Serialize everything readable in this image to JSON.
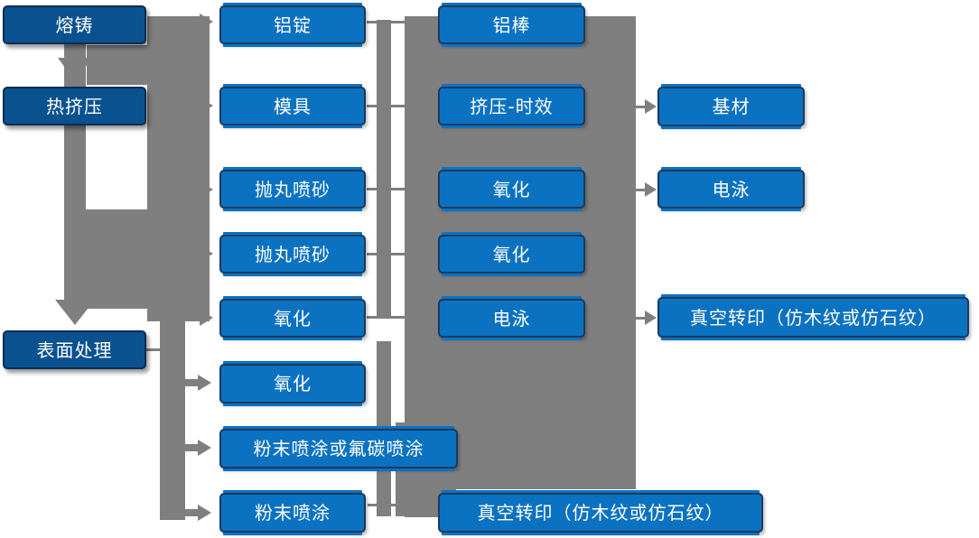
{
  "colors": {
    "node_blue": "#0b72c1",
    "node_navy": "#0a5190",
    "node_border": "#1b3a5e",
    "node_border_dark": "#0a2d52",
    "connector_gray": "#7f7f7f",
    "text_white": "#ffffff",
    "background": "#ffffff"
  },
  "nodes": {
    "stages": [
      {
        "label": "熔铸"
      },
      {
        "label": "热挤压"
      },
      {
        "label": "表面处理"
      }
    ],
    "col2": [
      {
        "label": "铝锭"
      },
      {
        "label": "模具"
      },
      {
        "label": "抛丸喷砂"
      },
      {
        "label": "抛丸喷砂"
      },
      {
        "label": "氧化"
      },
      {
        "label": "氧化"
      },
      {
        "label": "粉末喷涂或氟碳喷涂"
      },
      {
        "label": "粉末喷涂"
      }
    ],
    "col3": [
      {
        "label": "铝棒"
      },
      {
        "label": "挤压-时效"
      },
      {
        "label": "氧化"
      },
      {
        "label": "氧化"
      },
      {
        "label": "电泳"
      },
      {
        "label": "真空转印（仿木纹或仿石纹）"
      }
    ],
    "col4": [
      {
        "label": "基材"
      },
      {
        "label": "电泳"
      },
      {
        "label": "真空转印（仿木纹或仿石纹）"
      }
    ]
  }
}
